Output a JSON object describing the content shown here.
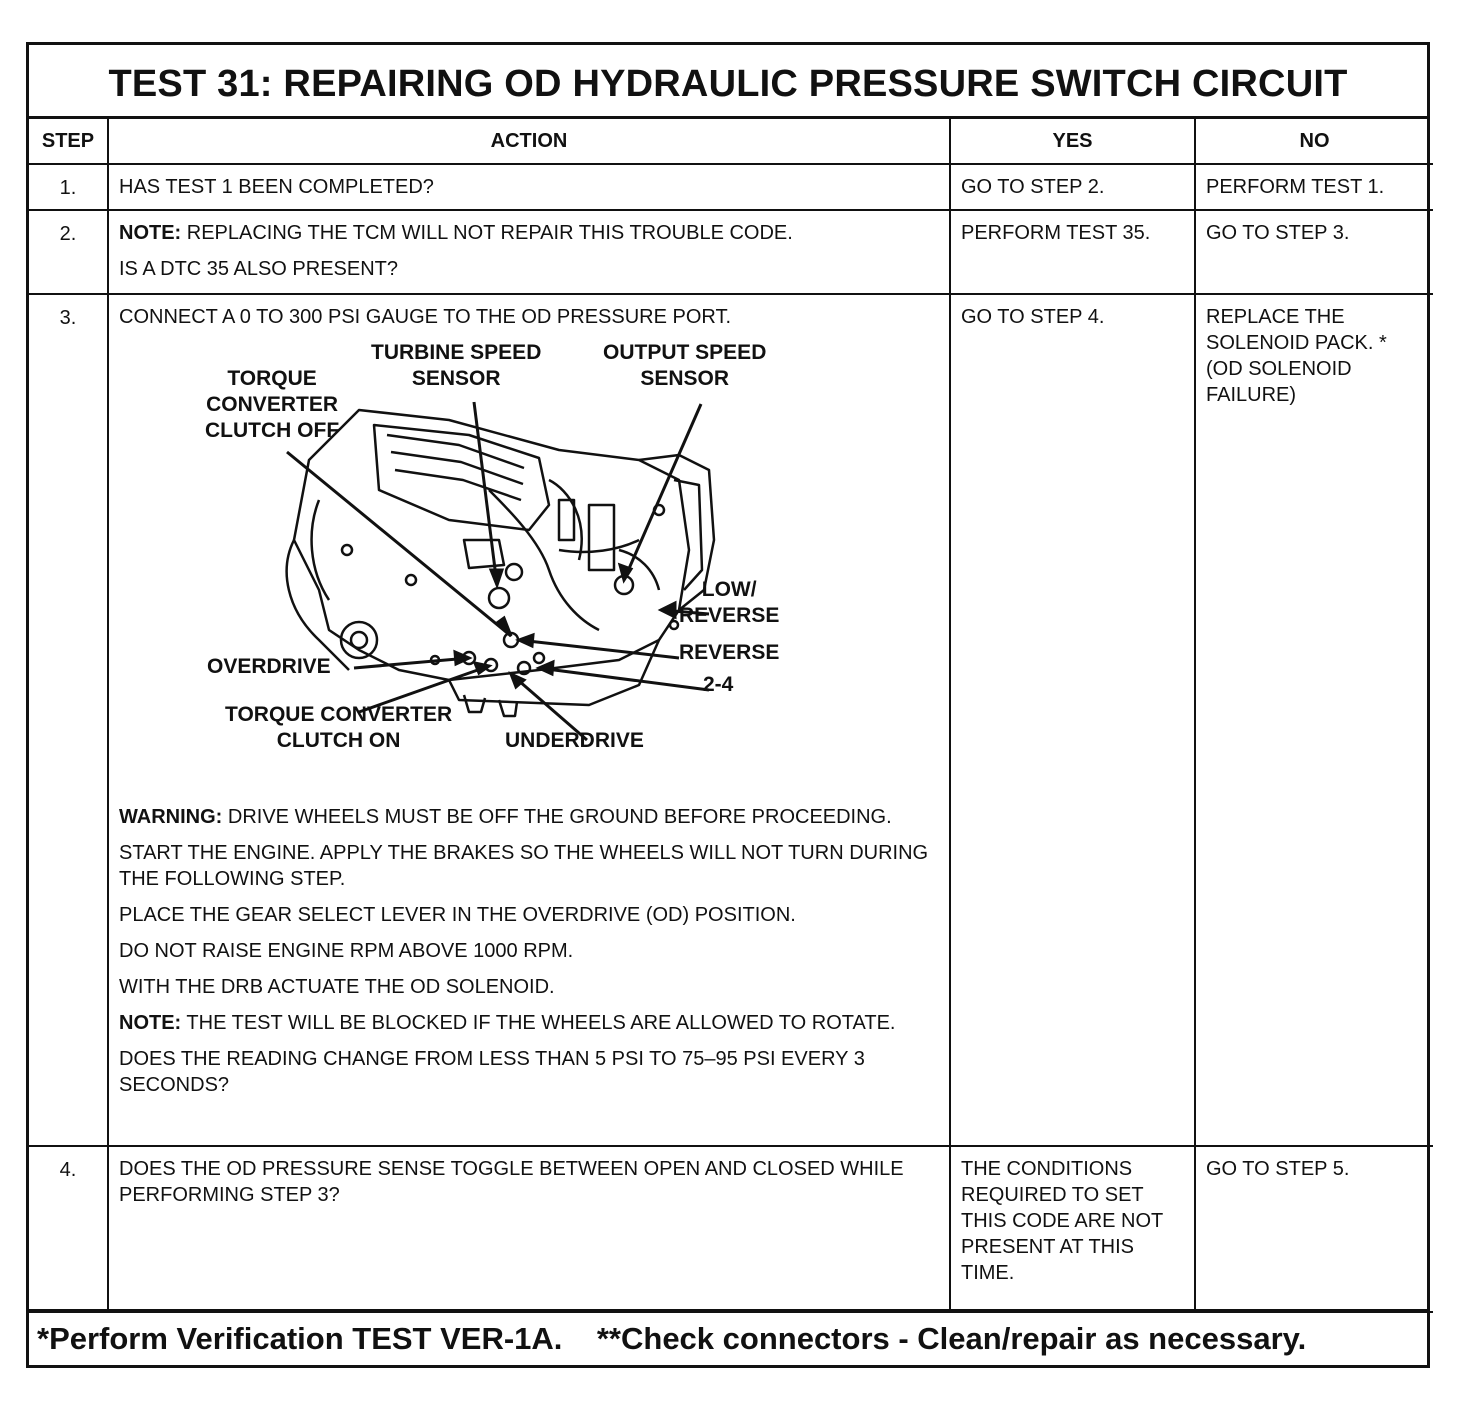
{
  "title": "TEST 31: REPAIRING OD HYDRAULIC PRESSURE SWITCH CIRCUIT",
  "headers": {
    "step": "STEP",
    "action": "ACTION",
    "yes": "YES",
    "no": "NO"
  },
  "rows": [
    {
      "step": "1.",
      "action": [
        "HAS TEST 1 BEEN COMPLETED?"
      ],
      "yes": "GO TO STEP 2.",
      "no": "PERFORM TEST 1."
    },
    {
      "step": "2.",
      "note_label": "NOTE:",
      "note_text": " REPLACING THE TCM WILL NOT REPAIR THIS TROUBLE CODE.",
      "action": [
        "IS A DTC 35 ALSO PRESENT?"
      ],
      "yes": "PERFORM TEST 35.",
      "no": "GO TO STEP 3."
    },
    {
      "step": "3.",
      "intro": "CONNECT A 0 TO 300 PSI GAUGE TO THE OD PRESSURE PORT.",
      "diagram_labels": {
        "turbine": "TURBINE SPEED\nSENSOR",
        "output": "OUTPUT SPEED\nSENSOR",
        "tcc_off": "TORQUE\nCONVERTER\nCLUTCH OFF",
        "low_reverse": "LOW/\nREVERSE",
        "reverse": "REVERSE",
        "two_four": "2-4",
        "overdrive": "OVERDRIVE",
        "tcc_on": "TORQUE CONVERTER\nCLUTCH ON",
        "underdrive": "UNDERDRIVE"
      },
      "warning_label": "WARNING:",
      "warning_text": " DRIVE WHEELS MUST BE OFF THE GROUND BEFORE PROCEEDING.",
      "steps": [
        "START  THE ENGINE. APPLY THE BRAKES SO THE WHEELS WILL NOT  TURN DURING THE FOLLOWING STEP.",
        "PLACE THE GEAR SELECT LEVER IN THE OVERDRIVE (OD) POSITION.",
        "DO NOT RAISE ENGINE RPM ABOVE 1000 RPM.",
        "WITH THE DRB ACTUATE THE OD SOLENOID."
      ],
      "note_label": "NOTE:",
      "note_text": " THE TEST WILL BE BLOCKED IF THE WHEELS ARE ALLOWED TO ROTATE.",
      "question": "DOES THE READING CHANGE FROM LESS THAN 5 PSI TO 75–95 PSI EVERY 3 SECONDS?",
      "yes": "GO TO STEP 4.",
      "no": "REPLACE THE SOLENOID PACK. * (OD SOLENOID FAILURE)"
    },
    {
      "step": "4.",
      "action": [
        "DOES THE OD PRESSURE SENSE TOGGLE BETWEEN OPEN AND CLOSED WHILE PERFORMING STEP 3?"
      ],
      "yes": "THE CONDITIONS REQUIRED TO SET THIS CODE ARE NOT PRESENT AT THIS TIME.",
      "no": "GO TO STEP 5."
    }
  ],
  "footer": "*Perform Verification TEST VER-1A.    **Check connectors - Clean/repair as necessary."
}
